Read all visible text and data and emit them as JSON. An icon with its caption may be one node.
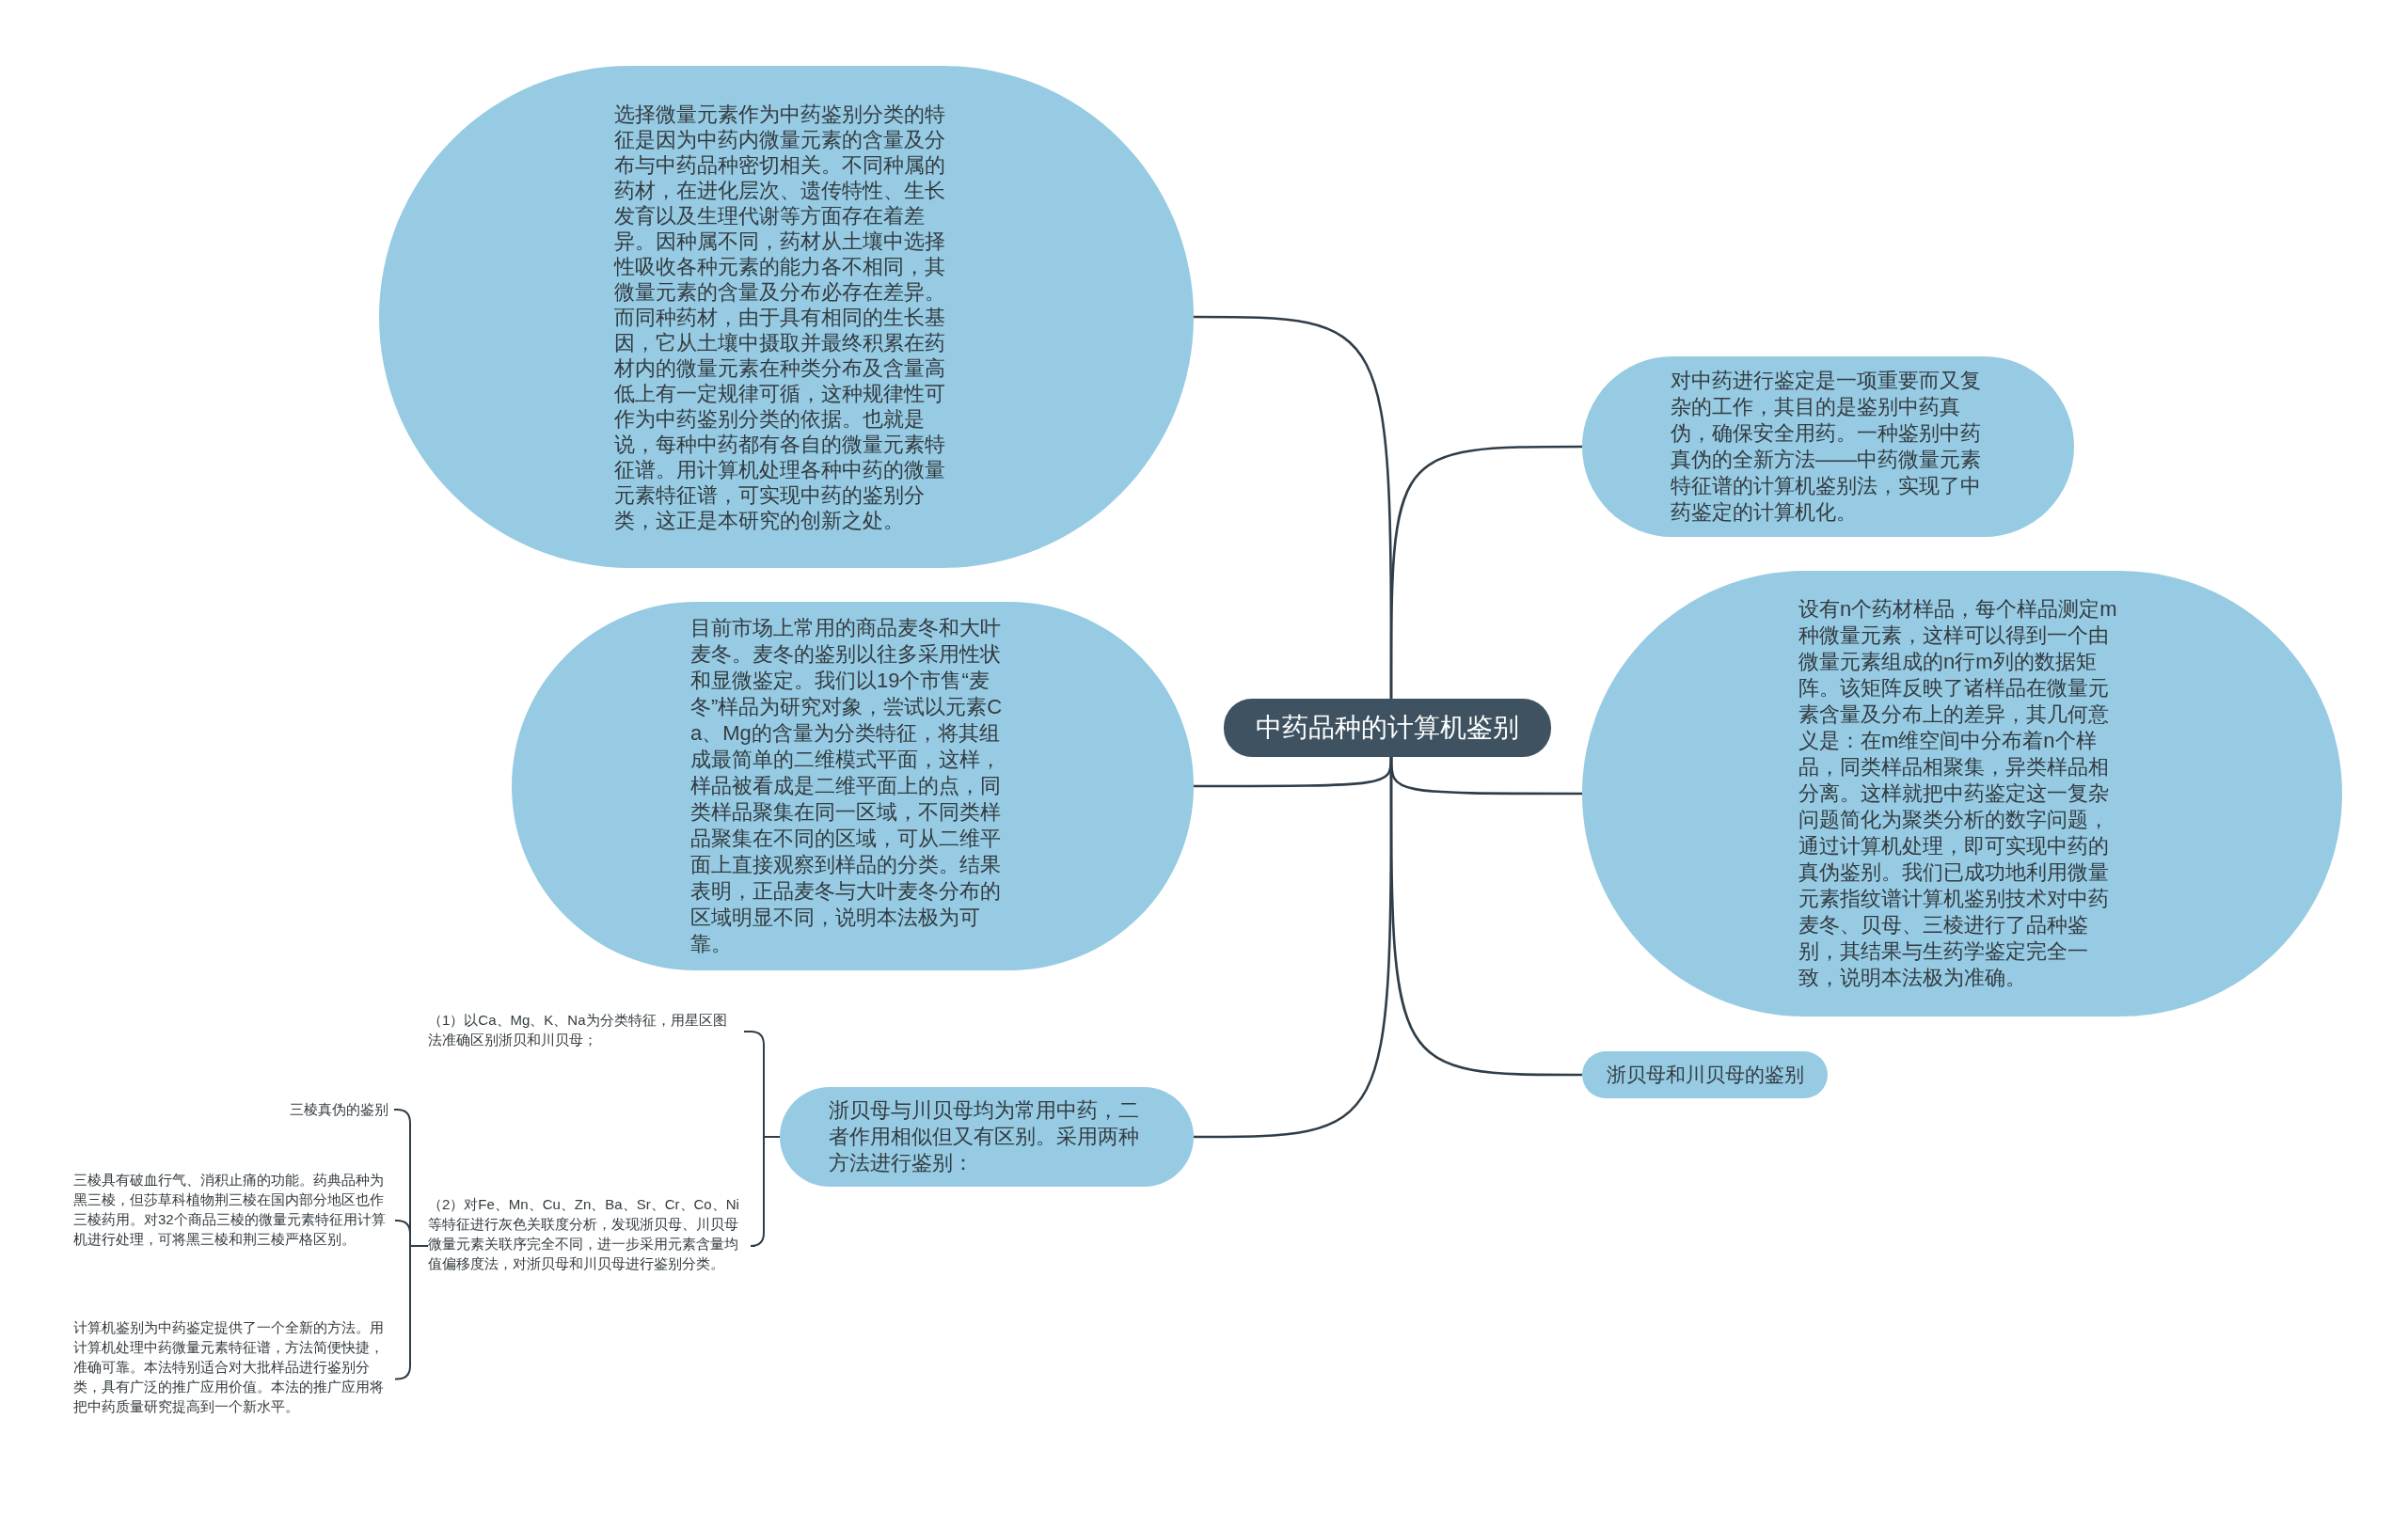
{
  "diagram": {
    "nodes": [
      {
        "text": [
          "中药品种的计算机鉴别"
        ]
      },
      {
        "text": [
          "选择微量元素作为中药鉴别分类的特征是因为中药内微量元素的含量及分布与中药品种密切相关。不同种属的药材，在进化层次、遗传特性、生长发育以及生理代谢等方面存在着差异。因种属不同，药材从土壤中选择性吸收各种元素的能力各不相同，其微量元素的含量及分布必存在差异。而同种药材，由于具有相同的生长基因，它从土壤中摄取并最终积累在药材内的微量元素在种类分布及含量高低上有一定规律可循，这种规律性可作为中药鉴别分类的依据。也就是说，每种中药都有各自的微量元素特征谱。用计算机处理各种中药的微量元素特征谱，可实现中药的鉴别分类，这正是本研究的创新之处。"
        ]
      },
      {
        "text": [
          "对中药进行鉴定是一项重要而又复杂的工作，其目的是鉴别中药真伪，确保安全用药。一种鉴别中药真伪的全新方法——中药微量元素特征谱的计算机鉴别法，实现了中药鉴定的计算机化。"
        ]
      },
      {
        "text": [
          "目前市场上常用的商品麦冬和大叶麦冬。麦冬的鉴别以往多采用性状和显微鉴定。我们以19个市售“麦冬”样品为研究对象，尝试以元素Ca、Mg的含量为分类特征，将其组成最简单的二维模式平面，这样，样品被看成是二维平面上的点，同类样品聚集在同一区域，不同类样品聚集在不同的区域，可从二维平面上直接观察到样品的分类。结果表明，正品麦冬与大叶麦冬分布的区域明显不同，说明本法极为可靠。"
        ]
      },
      {
        "text": [
          "设有n个药材样品，每个样品测定m种微量元素，这样可以得到一个由微量元素组成的n行m列的数据矩阵。该矩阵反映了诸样品在微量元素含量及分布上的差异，其几何意义是：在m维空间中分布着n个样品，同类样品相聚集，异类样品相分离。这样就把中药鉴定这一复杂问题简化为聚类分析的数字问题，通过计算机处理，即可实现中药的真伪鉴别。我们已成功地利用微量元素指纹谱计算机鉴别技术对中药麦冬、贝母、三棱进行了品种鉴别，其结果与生药学鉴定完全一致，说明本法极为准确。"
        ]
      },
      {
        "text": [
          "浙贝母和川贝母的鉴别"
        ]
      },
      {
        "text": [
          "浙贝母与川贝母均为常用中药，二者作用相似但又有区别。采用两种方法进行鉴别："
        ]
      },
      {
        "text": [
          "（1）以Ca、Mg、K、Na为分类特征，用星区图法准确区别浙贝和川贝母；"
        ]
      },
      {
        "text": [
          "（2）对Fe、Mn、Cu、Zn、Ba、Sr、Cr、Co、Ni等特征进行灰色关联度分析，发现浙贝母、川贝母微量元素关联序完全不同，进一步采用元素含量均值偏移度法，对浙贝母和川贝母进行鉴别分类。"
        ]
      },
      {
        "text": [
          "三棱真伪的鉴别"
        ]
      },
      {
        "text": [
          "三棱具有破血行气、消积止痛的功能。药典品种为黑三棱，但莎草科植物荆三棱在国内部分地区也作三棱药用。对32个商品三棱的微量元素特征用计算机进行处理，可将黑三棱和荆三棱严格区别。"
        ]
      },
      {
        "text": [
          "计算机鉴别为中药鉴定提供了一个全新的方法。用计算机处理中药微量元素特征谱，方法简便快捷，准确可靠。本法特别适合对大批样品进行鉴别分类，具有广泛的推广应用价值。本法的推广应用将把中药质量研究提高到一个新水平。"
        ]
      }
    ],
    "edges": [
      {
        "from": 0,
        "to": 1,
        "arrow": "none"
      },
      {
        "from": 0,
        "to": 2,
        "arrow": "none"
      },
      {
        "from": 0,
        "to": 3,
        "arrow": "none"
      },
      {
        "from": 0,
        "to": 4,
        "arrow": "none"
      },
      {
        "from": 0,
        "to": 5,
        "arrow": "none"
      },
      {
        "from": 0,
        "to": 6,
        "arrow": "none"
      },
      {
        "from": 6,
        "to": 7,
        "arrow": "none"
      },
      {
        "from": 6,
        "to": 8,
        "arrow": "none"
      },
      {
        "from": 8,
        "to": 9,
        "arrow": "none"
      },
      {
        "from": 8,
        "to": 10,
        "arrow": "none"
      },
      {
        "from": 8,
        "to": 11,
        "arrow": "none"
      }
    ]
  }
}
